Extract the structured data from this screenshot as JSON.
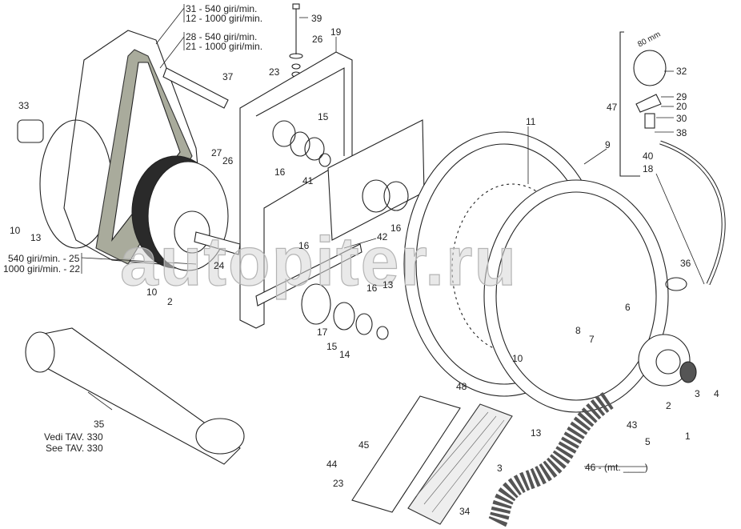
{
  "watermark": "autopiter.ru",
  "dimension": "80 mm",
  "callouts": {
    "c31": "31 - 540 giri/min.",
    "c12": "12 - 1000 giri/min.",
    "c28": "28 - 540 giri/min.",
    "c21": "21 - 1000 giri/min.",
    "c39": "39",
    "c19": "19",
    "c26a": "26",
    "c23a": "23",
    "c37": "37",
    "c33": "33",
    "c15a": "15",
    "c16a": "16",
    "c41": "41",
    "c27": "27",
    "c26b": "26",
    "c11": "11",
    "c9": "9",
    "c32": "32",
    "c29": "29",
    "c20": "20",
    "c30": "30",
    "c38": "38",
    "c47": "47",
    "c40": "40",
    "c18": "18",
    "c10a": "10",
    "c13a": "13",
    "c25": "540 giri/min. - 25",
    "c22": "1000 giri/min. - 22",
    "c24": "24",
    "c16b": "16",
    "c10b": "10",
    "c2a": "2",
    "c42": "42",
    "c16c": "16",
    "c13b": "13",
    "c16d": "16",
    "c17": "17",
    "c15b": "15",
    "c14": "14",
    "c36": "36",
    "c6": "6",
    "c8": "8",
    "c7": "7",
    "c10c": "10",
    "c3a": "3",
    "c4": "4",
    "c2b": "2",
    "c1": "1",
    "c5": "5",
    "c43": "43",
    "c35": "35",
    "vedi": "Vedi TAV. 330",
    "see": "See TAV. 330",
    "c48": "48",
    "c13c": "13",
    "c3b": "3",
    "c45": "45",
    "c44": "44",
    "c23b": "23",
    "c34": "34",
    "c46": "46 - (mt. ____)"
  }
}
